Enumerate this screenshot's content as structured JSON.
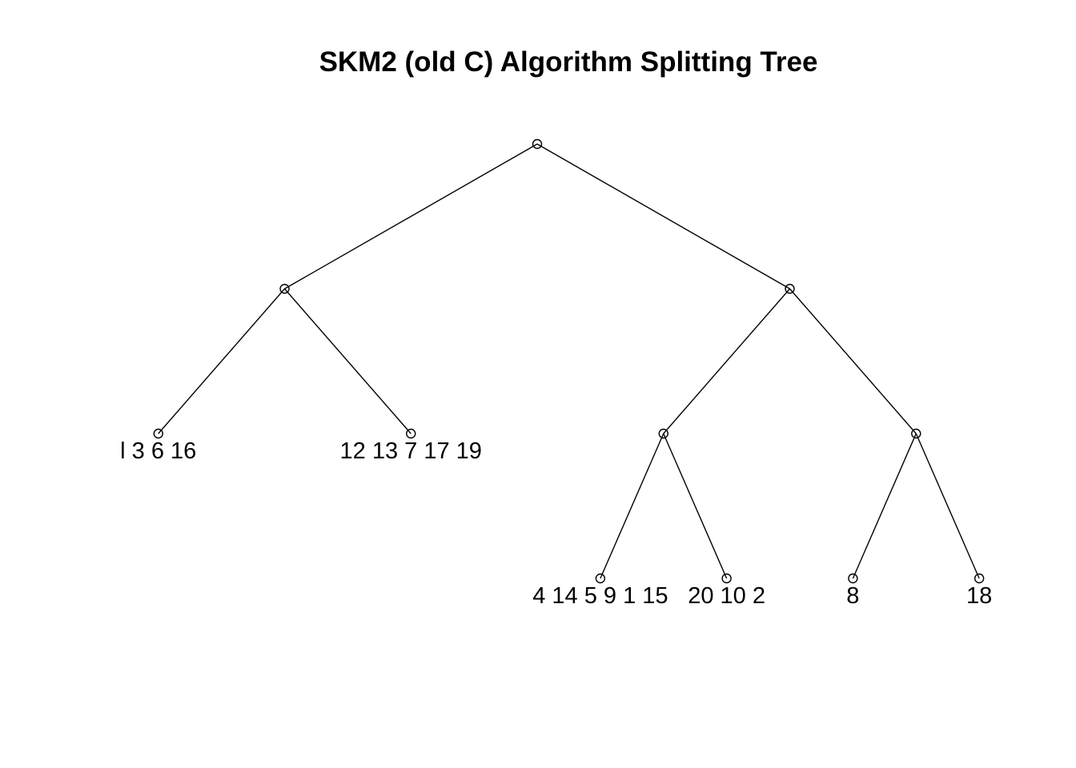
{
  "title": "SKM2 (old C) Algorithm Splitting Tree",
  "colors": {
    "line": "#000000",
    "node_stroke": "#000000",
    "background": "#ffffff"
  },
  "tree": {
    "id": "root",
    "children": [
      {
        "id": "n-left",
        "children": [
          {
            "id": "leaf-a",
            "label": "l 3 6 16"
          },
          {
            "id": "leaf-b",
            "label": "12 13 7 17 19"
          }
        ]
      },
      {
        "id": "n-right",
        "children": [
          {
            "id": "n-right-left",
            "children": [
              {
                "id": "leaf-c",
                "label": "4 14 5 9 1 15"
              },
              {
                "id": "leaf-d",
                "label": "20 10 2"
              }
            ]
          },
          {
            "id": "n-right-right",
            "children": [
              {
                "id": "leaf-e",
                "label": "8"
              },
              {
                "id": "leaf-f",
                "label": "18"
              }
            ]
          }
        ]
      }
    ]
  }
}
